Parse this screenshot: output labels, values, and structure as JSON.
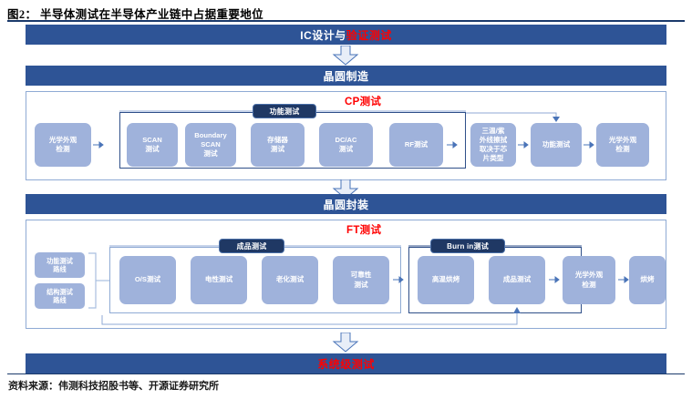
{
  "figure": {
    "title": "图2： 半导体测试在半导体产业链中占据重要地位",
    "source": "资料来源：伟测科技招股书等、开源证券研究所"
  },
  "colors": {
    "stage_bar": "#2e5496",
    "process_box": "#9fb2db",
    "chip": "#1f3864",
    "accent_red": "#ff0000",
    "panel_border": "#8faad4",
    "rule": "#1b3a6b"
  },
  "stages": [
    {
      "id": "ic-design",
      "label_white": "IC设计与",
      "label_red": "验证测试"
    },
    {
      "id": "wafer-fab",
      "label_white": "晶圆制造",
      "label_red": ""
    },
    {
      "id": "wafer-pkg",
      "label_white": "晶圆封装",
      "label_red": ""
    },
    {
      "id": "system-test",
      "label_white": "",
      "label_red": "系统级测试"
    }
  ],
  "cp_section": {
    "title": "CP测试",
    "group_label": "功能测试",
    "boxes": [
      {
        "id": "optical-1",
        "label": "光学外观\n检测"
      },
      {
        "id": "scan",
        "label": "SCAN\n测试"
      },
      {
        "id": "bscan",
        "label": "Boundary\nSCAN\n测试"
      },
      {
        "id": "memory",
        "label": "存储器\n测试"
      },
      {
        "id": "dcac",
        "label": "DC/AC\n测试"
      },
      {
        "id": "rf",
        "label": "RF测试"
      },
      {
        "id": "triple",
        "label": "三温/紫\n外线擦拭\n取决于芯\n片类型"
      },
      {
        "id": "func",
        "label": "功能测试"
      },
      {
        "id": "optical-2",
        "label": "光学外观\n检测"
      }
    ]
  },
  "ft_section": {
    "title": "FT测试",
    "group_label_product": "成品测试",
    "group_label_burnin": "Burn in测试",
    "routes": [
      {
        "id": "func-route",
        "label": "功能测试\n路线"
      },
      {
        "id": "struct-route",
        "label": "结构测试\n路线"
      }
    ],
    "boxes": [
      {
        "id": "os",
        "label": "O/S测试"
      },
      {
        "id": "electrical",
        "label": "电性测试"
      },
      {
        "id": "aging",
        "label": "老化测试"
      },
      {
        "id": "reliability",
        "label": "可靠性\n测试"
      },
      {
        "id": "hibake",
        "label": "高温烘烤"
      },
      {
        "id": "product",
        "label": "成品测试"
      },
      {
        "id": "optical-3",
        "label": "光学外观\n检测"
      },
      {
        "id": "bake",
        "label": "烘烤"
      }
    ]
  }
}
